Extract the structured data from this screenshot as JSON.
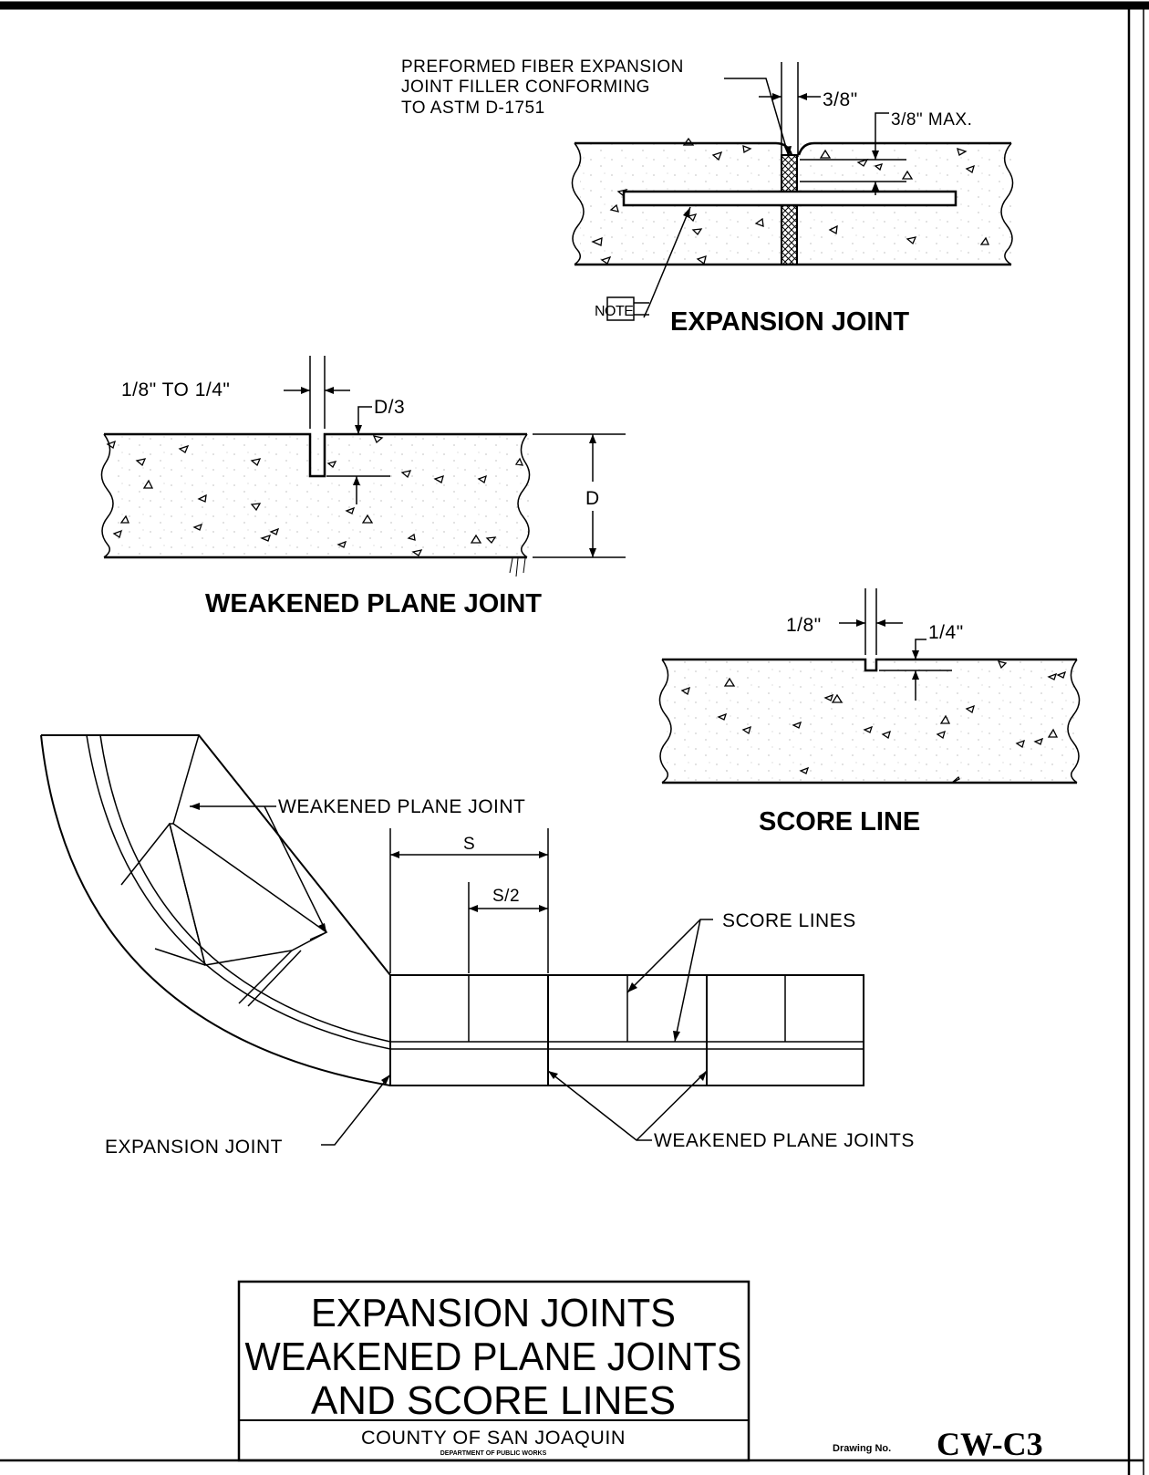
{
  "expansion_detail": {
    "filler_note_line1": "PREFORMED FIBER EXPANSION",
    "filler_note_line2": "JOINT FILLER CONFORMING",
    "filler_note_line3": "TO ASTM D-1751",
    "gap_dim": "3/8\"",
    "depth_dim": "3/8\"  MAX.",
    "note_tag": "NOTE",
    "title": "EXPANSION JOINT"
  },
  "weakened_detail": {
    "width_dim": "1/8\"  TO  1/4\"",
    "depth_dim": "D/3",
    "thickness": "D",
    "title": "WEAKENED PLANE JOINT"
  },
  "score_detail": {
    "width_dim": "1/8\"",
    "depth_dim": "1/4\"",
    "title": "SCORE LINE"
  },
  "plan_view": {
    "weakened_label": "WEAKENED  PLANE  JOINT",
    "spacing": "S",
    "half_spacing": "S/2",
    "score_label": "SCORE  LINES",
    "expansion_label": "EXPANSION  JOINT",
    "weakened_plural_label": "WEAKENED  PLANE  JOINTS"
  },
  "title_block": {
    "line1": "EXPANSION  JOINTS",
    "line2": "WEAKENED  PLANE  JOINTS",
    "line3": "AND  SCORE  LINES",
    "county": "COUNTY  OF  SAN  JOAQUIN",
    "department": "DEPARTMENT  OF  PUBLIC  WORKS",
    "drawing_label": "Drawing No.",
    "drawing_number": "CW-C3"
  }
}
